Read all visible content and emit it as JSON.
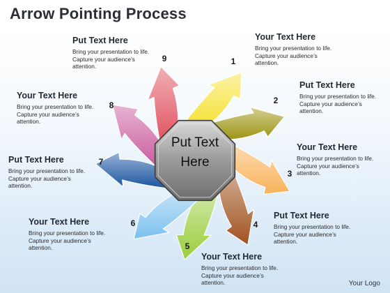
{
  "title": "Arrow Pointing Process",
  "center": {
    "line1": "Put Text",
    "line2": "Here"
  },
  "steps": [
    {
      "num": "1",
      "color": "#f6e33a"
    },
    {
      "num": "2",
      "color": "#9c9412"
    },
    {
      "num": "3",
      "color": "#f9b25a"
    },
    {
      "num": "4",
      "color": "#a0521e"
    },
    {
      "num": "5",
      "color": "#9acd3c"
    },
    {
      "num": "6",
      "color": "#7ac0ee"
    },
    {
      "num": "7",
      "color": "#1b55a0"
    },
    {
      "num": "8",
      "color": "#c95a9e"
    },
    {
      "num": "9",
      "color": "#e0505e"
    }
  ],
  "labels": [
    {
      "heading": "Your Text Here",
      "body": [
        "Bring your presentation to life.",
        "Capture your audience’s",
        "attention."
      ]
    },
    {
      "heading": "Put Text Here",
      "body": [
        "Bring your presentation to life.",
        "Capture your audience’s",
        "attention."
      ]
    },
    {
      "heading": "Your Text Here",
      "body": [
        "Bring your presentation to life.",
        "Capture your audience’s",
        "attention."
      ]
    },
    {
      "heading": "Put Text Here",
      "body": [
        "Bring your presentation to life.",
        "Capture your audience’s",
        "attention."
      ]
    },
    {
      "heading": "Your Text Here",
      "body": [
        "Bring your presentation to life.",
        "Capture your audience’s",
        "attention."
      ]
    },
    {
      "heading": "Your Text Here",
      "body": [
        "Bring your presentation to life.",
        "Capture your audience’s",
        "attention."
      ]
    },
    {
      "heading": "Put Text Here",
      "body": [
        "Bring your presentation to life.",
        "Capture your audience’s",
        "attention."
      ]
    },
    {
      "heading": "Your Text Here",
      "body": [
        "Bring your presentation to life.",
        "Capture your audience’s",
        "attention."
      ]
    },
    {
      "heading": "Put Text Here",
      "body": [
        "Bring your presentation to life.",
        "Capture your audience’s",
        "attention."
      ]
    }
  ],
  "logo": "Your Logo"
}
